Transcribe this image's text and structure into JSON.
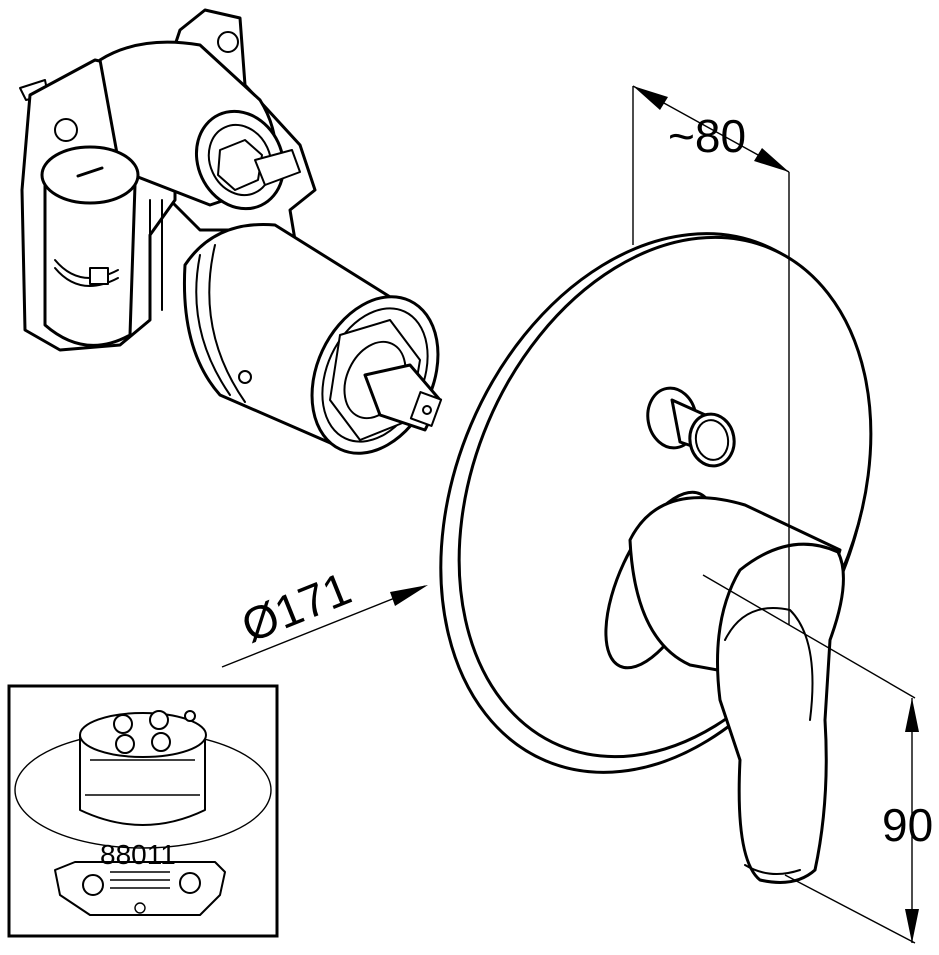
{
  "dimensions": {
    "depth": "~80",
    "diameter": "Ø171",
    "height": "90"
  },
  "inset": {
    "article_number": "88011"
  },
  "icons": [
    "mixing-valve-body",
    "round-cover-plate",
    "diverter-knob",
    "lever-handle",
    "rough-in-set-88011"
  ]
}
